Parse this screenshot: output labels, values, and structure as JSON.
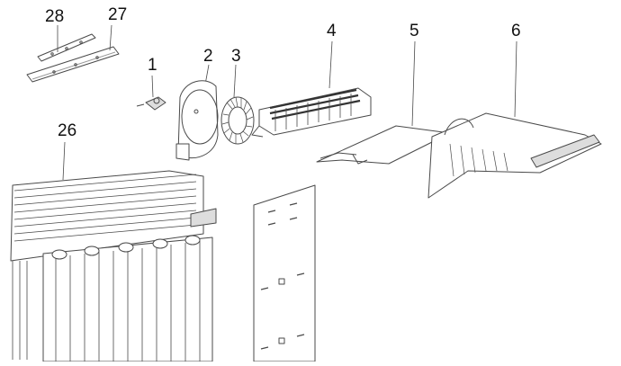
{
  "callouts": {
    "c1": "1",
    "c2": "2",
    "c3": "3",
    "c4": "4",
    "c5": "5",
    "c6": "6",
    "c26": "26",
    "c27": "27",
    "c28": "28"
  },
  "colors": {
    "line": "#4a4a4a",
    "fill": "#ffffff",
    "shade": "#d9d9d9",
    "dark": "#333333"
  }
}
